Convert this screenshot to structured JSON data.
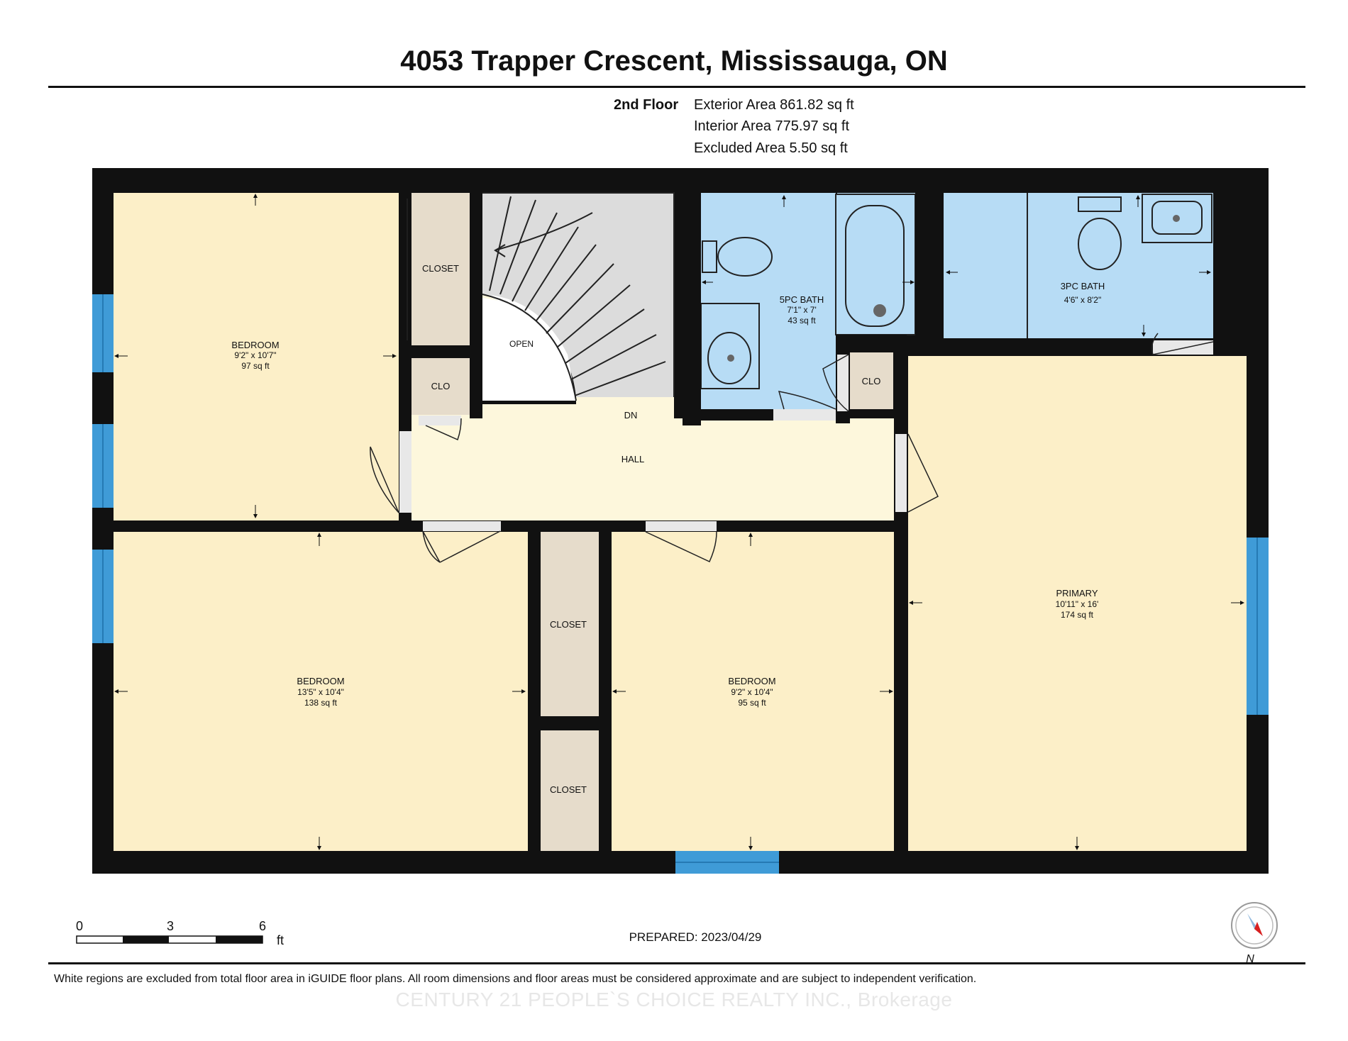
{
  "title": "4053 Trapper Crescent, Mississauga, ON",
  "floor": {
    "label": "2nd Floor",
    "exterior_area": "Exterior Area 861.82 sq ft",
    "interior_area": "Interior Area 775.97 sq ft",
    "excluded_area": "Excluded Area 5.50 sq ft"
  },
  "rooms": {
    "bedroom_nw": {
      "name": "BEDROOM",
      "dims": "9'2\" x 10'7\"",
      "area": "97 sq ft"
    },
    "bedroom_sw": {
      "name": "BEDROOM",
      "dims": "13'5\" x 10'4\"",
      "area": "138 sq ft"
    },
    "bedroom_s": {
      "name": "BEDROOM",
      "dims": "9'2\" x 10'4\"",
      "area": "95 sq ft"
    },
    "primary": {
      "name": "PRIMARY",
      "dims": "10'11\" x 16'",
      "area": "174 sq ft"
    },
    "bath_5pc": {
      "name": "5PC BATH",
      "dims": "7'1\" x 7'",
      "area": "43 sq ft"
    },
    "bath_3pc": {
      "name": "3PC BATH",
      "dims": "4'6\" x 8'2\""
    },
    "hall": {
      "name": "HALL"
    },
    "stairs_dn": "DN",
    "open": "OPEN",
    "closet_top": "CLOSET",
    "closet_mid": "CLOSET",
    "closet_low": "CLOSET",
    "clo_left": "CLO",
    "clo_right": "CLO"
  },
  "scale": {
    "t0": "0",
    "t3": "3",
    "t6": "6",
    "unit": "ft"
  },
  "compass_label": "N",
  "prepared": "PREPARED: 2023/04/29",
  "disclaimer": "White regions are excluded from total floor area in iGUIDE floor plans. All room dimensions and floor areas must be considered approximate and are subject to independent verification.",
  "watermark": "CENTURY 21 PEOPLE`S CHOICE REALTY INC., Brokerage",
  "colors": {
    "wall": "#111111",
    "room": "#fcefc8",
    "hall": "#fdf7dc",
    "bath": "#b7dcf5",
    "closet": "#e6dccb",
    "stairs": "#dcdcdc",
    "window": "#3f9bd7",
    "compass_needle": "#d92020"
  }
}
